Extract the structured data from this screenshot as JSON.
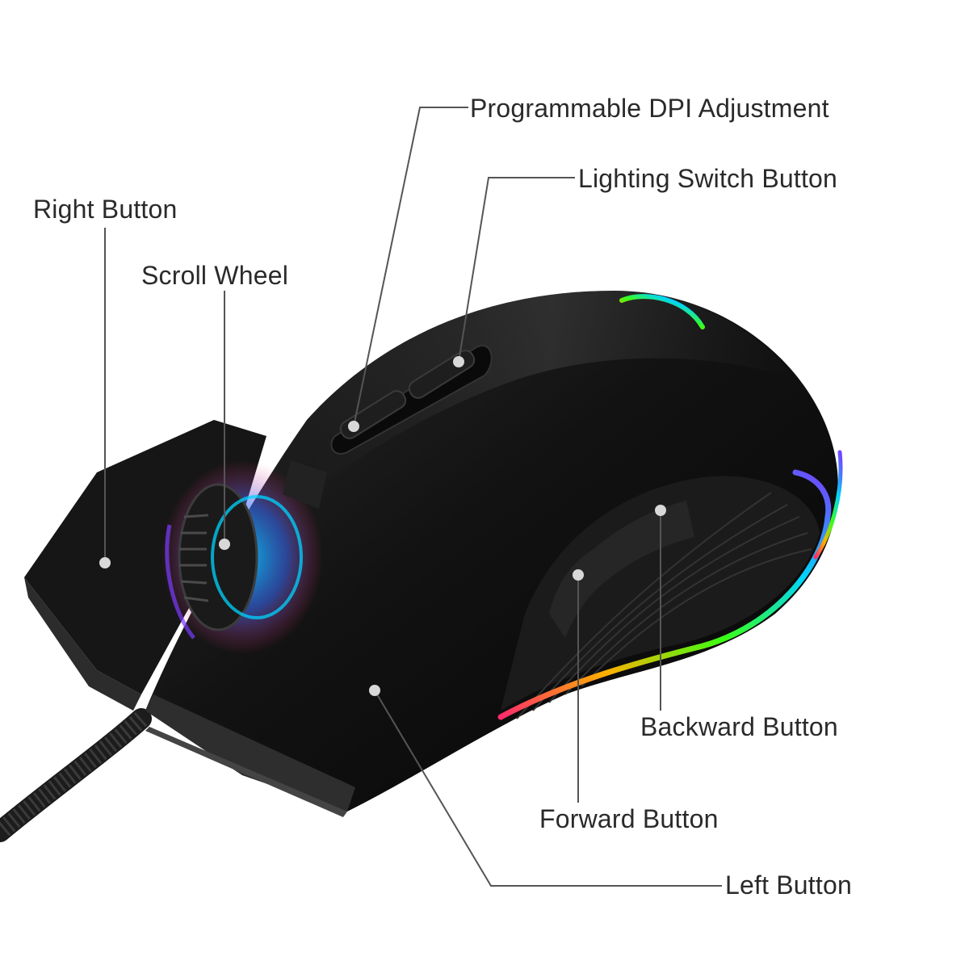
{
  "callouts": {
    "dpi": "Programmable DPI Adjustment",
    "lighting": "Lighting Switch Button",
    "right_button": "Right Button",
    "scroll_wheel": "Scroll Wheel",
    "backward": "Backward Button",
    "forward": "Forward Button",
    "left_button": "Left Button"
  },
  "colors": {
    "background": "#ffffff",
    "mouse_body": "#141414",
    "leader_line": "#555555",
    "marker_dot": "#d8d8d8",
    "rgb_accent": [
      "#ff2a6d",
      "#ffb000",
      "#39ff14",
      "#00d4ff",
      "#7a3cff"
    ]
  }
}
